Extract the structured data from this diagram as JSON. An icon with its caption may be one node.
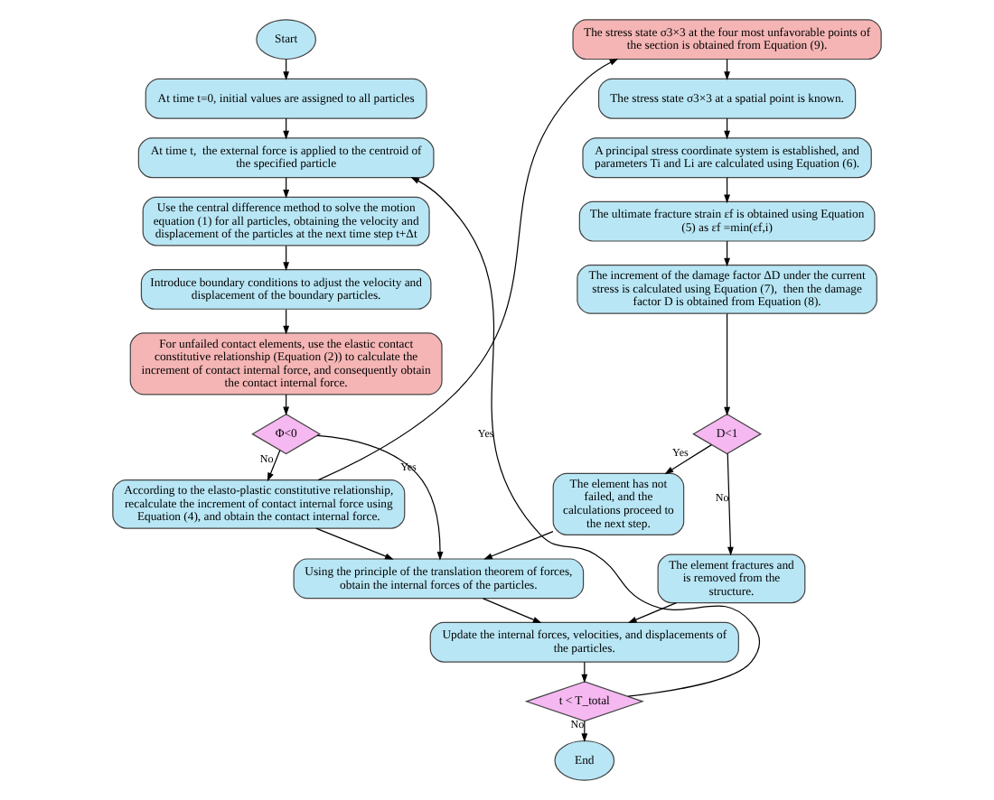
{
  "diagram": {
    "nodes": [
      {
        "text": [
          "Start"
        ]
      },
      {
        "text": [
          "At time t=0, initial values are assigned to all particles"
        ]
      },
      {
        "text": [
          "At time t,  the external force is applied to the centroid of the specified particle"
        ]
      },
      {
        "text": [
          "Use the central difference method to solve the motion equation (1) for all particles, obtaining the velocity and displacement of the particles at the next time step t+Δt"
        ]
      },
      {
        "text": [
          "Introduce boundary conditions to adjust the velocity and displacement of the boundary particles."
        ]
      },
      {
        "text": [
          "For unfailed contact elements, use the elastic contact constitutive relationship (Equation (2)) to calculate the increment of contact internal force, and consequently obtain the contact internal force."
        ]
      },
      {
        "text": [
          "Φ<0"
        ]
      },
      {
        "text": [
          "According to the elasto-plastic constitutive relationship, recalculate the increment of contact internal force using Equation (4), and obtain the contact internal force."
        ]
      },
      {
        "text": [
          "Using the principle of the translation theorem of forces, obtain the internal forces of the particles."
        ]
      },
      {
        "text": [
          "Update the internal forces, velocities, and displacements of the particles."
        ]
      },
      {
        "text": [
          "t < T_total"
        ]
      },
      {
        "text": [
          "End"
        ]
      },
      {
        "text": [
          "The stress state σ3×3 at the four most unfavorable points of the section is obtained from Equation (9)."
        ]
      },
      {
        "text": [
          "The stress state σ3×3 at a spatial point is known."
        ]
      },
      {
        "text": [
          "A principal stress coordinate system is established, and parameters Ti and Li are calculated using Equation (6)."
        ]
      },
      {
        "text": [
          "The ultimate fracture strain εf is obtained using Equation (5) as εf =min(εf,i)"
        ]
      },
      {
        "text": [
          "The increment of the damage factor ΔD under the current stress is calculated using Equation (7),  then the damage factor D is obtained from Equation (8)."
        ]
      },
      {
        "text": [
          "D<1"
        ]
      },
      {
        "text": [
          "The element has not failed, and the calculations proceed to the next step."
        ]
      },
      {
        "text": [
          "The element fractures and is removed from the structure."
        ]
      }
    ],
    "edges": [
      {
        "from": 0,
        "to": 1,
        "arrow": "to"
      },
      {
        "from": 1,
        "to": 2,
        "arrow": "to"
      },
      {
        "from": 2,
        "to": 3,
        "arrow": "to"
      },
      {
        "from": 3,
        "to": 4,
        "arrow": "to"
      },
      {
        "from": 4,
        "to": 5,
        "arrow": "to"
      },
      {
        "from": 5,
        "to": 6,
        "arrow": "to"
      },
      {
        "from": 6,
        "to": 8,
        "arrow": "to",
        "label": "Yes"
      },
      {
        "from": 6,
        "to": 7,
        "arrow": "to",
        "label": "No"
      },
      {
        "from": 7,
        "to": 12,
        "arrow": "to"
      },
      {
        "from": 7,
        "to": 8,
        "arrow": "to"
      },
      {
        "from": 8,
        "to": 9,
        "arrow": "to"
      },
      {
        "from": 9,
        "to": 10,
        "arrow": "to"
      },
      {
        "from": 10,
        "to": 2,
        "arrow": "to",
        "label": "Yes"
      },
      {
        "from": 10,
        "to": 11,
        "arrow": "to",
        "label": "No"
      },
      {
        "from": 12,
        "to": 13,
        "arrow": "to"
      },
      {
        "from": 13,
        "to": 14,
        "arrow": "to"
      },
      {
        "from": 14,
        "to": 15,
        "arrow": "to"
      },
      {
        "from": 15,
        "to": 16,
        "arrow": "to"
      },
      {
        "from": 16,
        "to": 17,
        "arrow": "to"
      },
      {
        "from": 17,
        "to": 18,
        "arrow": "to",
        "label": "Yes"
      },
      {
        "from": 17,
        "to": 19,
        "arrow": "to",
        "label": "No"
      },
      {
        "from": 18,
        "to": 8,
        "arrow": "to"
      },
      {
        "from": 19,
        "to": 9,
        "arrow": "to"
      }
    ]
  }
}
